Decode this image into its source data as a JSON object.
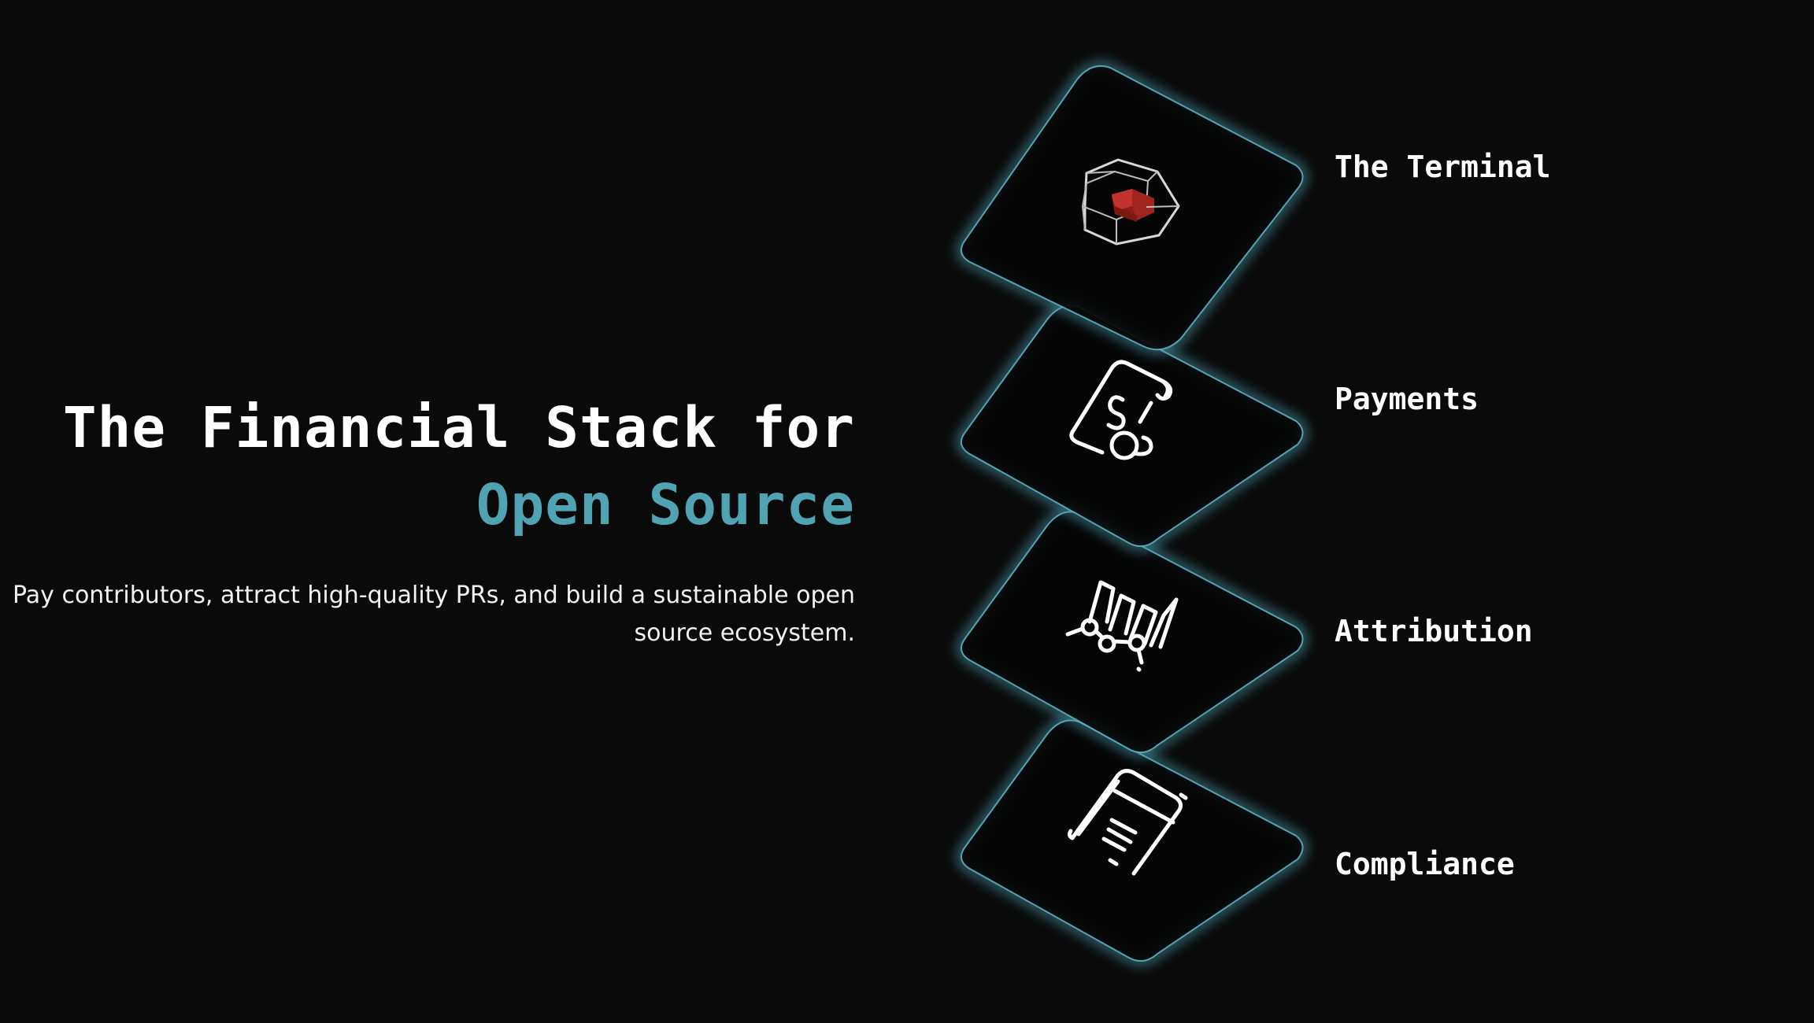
{
  "hero": {
    "headline_line1": "The Financial Stack for",
    "headline_line2": "Open Source",
    "subtitle": "Pay contributors, attract high-quality PRs, and build a sustainable open source ecosystem."
  },
  "stack": {
    "layers": [
      {
        "label": "The Terminal",
        "icon": "cube-icon"
      },
      {
        "label": "Payments",
        "icon": "invoice-coin-icon"
      },
      {
        "label": "Attribution",
        "icon": "graph-bars-icon"
      },
      {
        "label": "Compliance",
        "icon": "documents-icon"
      }
    ]
  },
  "colors": {
    "background": "#0a0a0a",
    "accent": "#4fa3b3",
    "glow": "#4a9cad",
    "cube_red": "#b3261e",
    "text": "#ffffff"
  }
}
